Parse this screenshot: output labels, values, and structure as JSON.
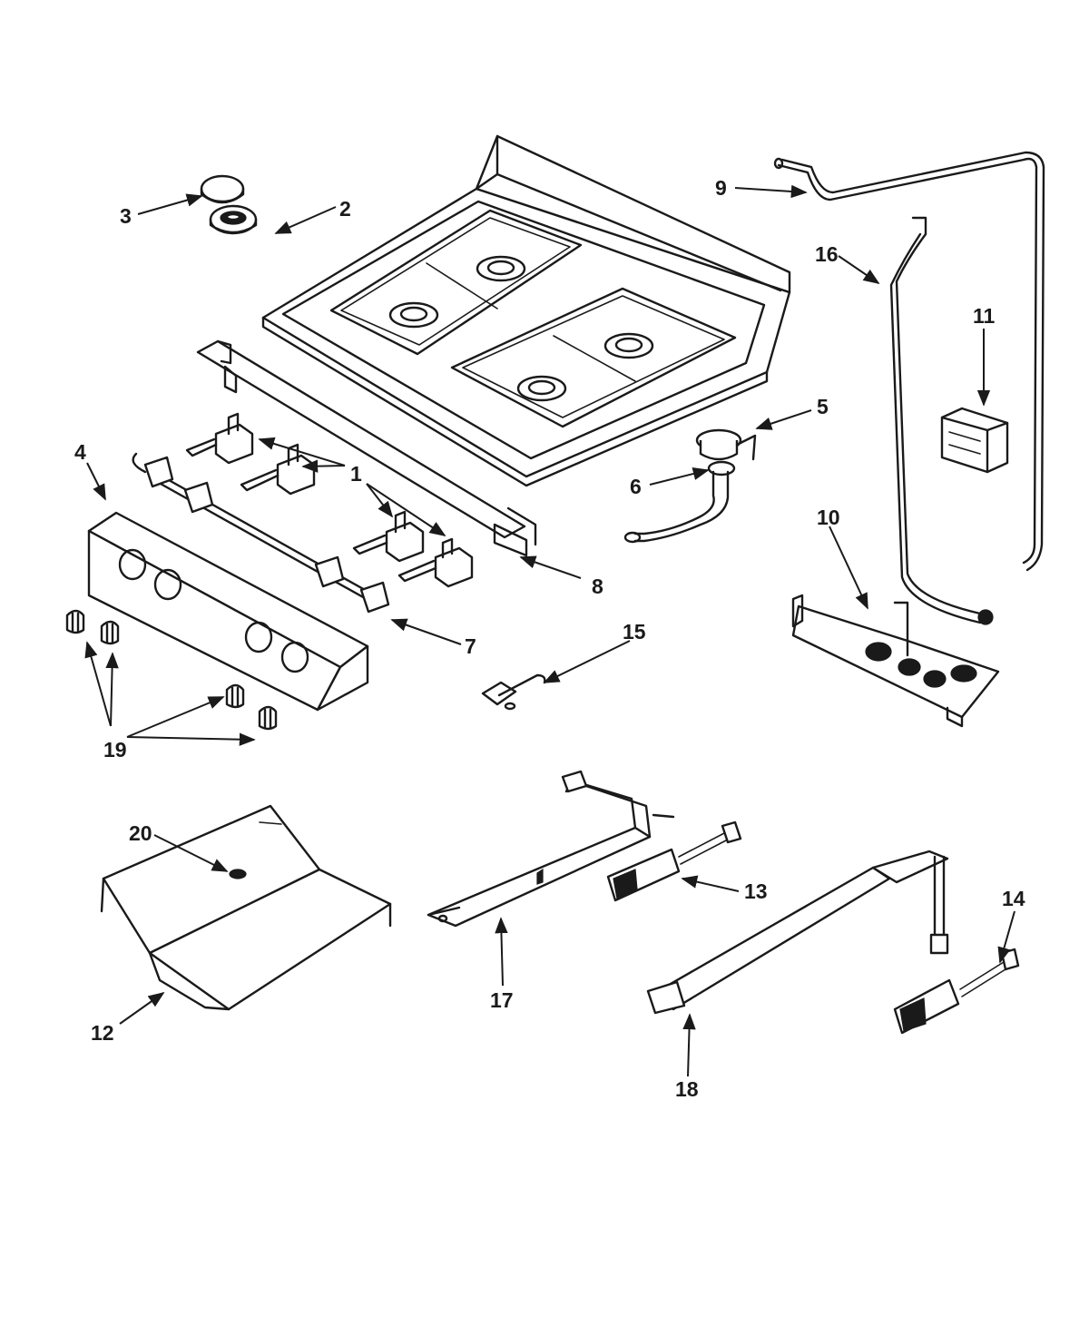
{
  "callouts": {
    "c1": "1",
    "c2": "2",
    "c3": "3",
    "c4": "4",
    "c5": "5",
    "c6": "6",
    "c7": "7",
    "c8": "8",
    "c9": "9",
    "c10": "10",
    "c11": "11",
    "c12": "12",
    "c13": "13",
    "c14": "14",
    "c15": "15",
    "c16": "16",
    "c17": "17",
    "c18": "18",
    "c19": "19",
    "c20": "20"
  },
  "colors": {
    "ink": "#1a1a1a",
    "paper": "#ffffff"
  }
}
